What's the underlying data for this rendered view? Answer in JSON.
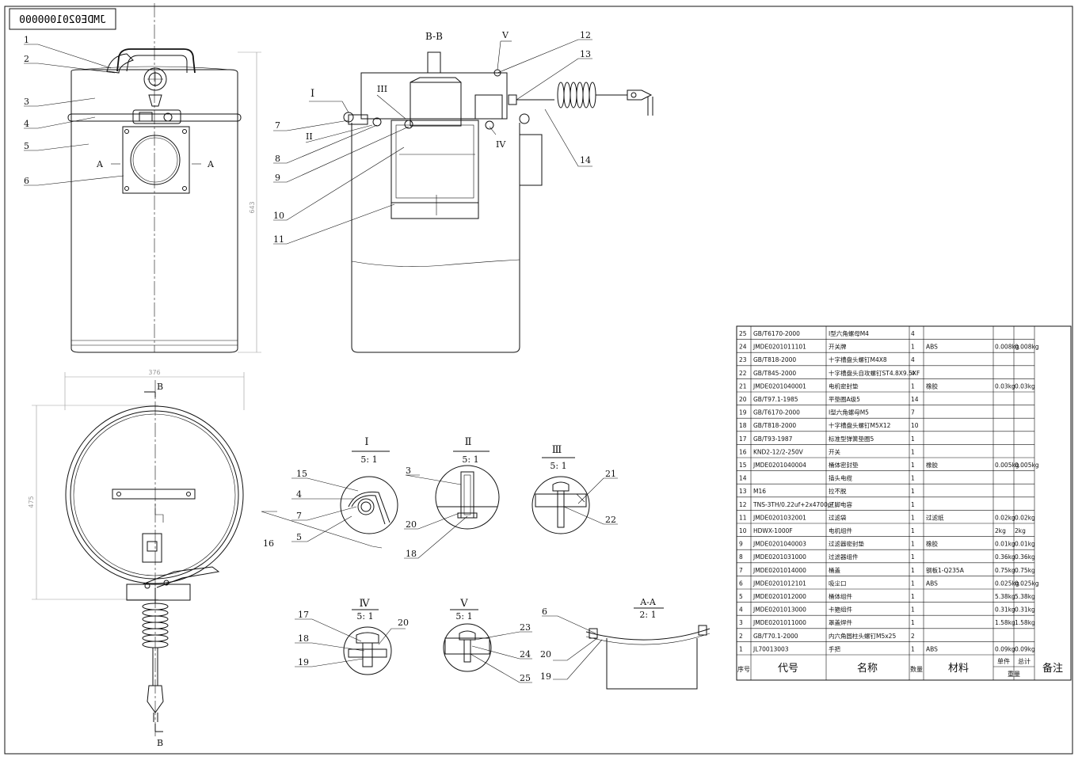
{
  "drawing_number": "JMDE0201000000",
  "section_bb": "B-B",
  "section_aa": "A-A",
  "scale_aa": "2: 1",
  "view_a_left": "A",
  "view_a_right": "A",
  "view_b_top": "B",
  "view_b_bottom": "B",
  "dim_height": "643",
  "dim_width": "376",
  "dim_depth": "475",
  "view_marks": {
    "I": "I",
    "II": "II",
    "III": "III",
    "IV": "IV",
    "V": "V"
  },
  "details": [
    {
      "name": "I",
      "scale": "5: 1"
    },
    {
      "name": "Ⅱ",
      "scale": "5: 1"
    },
    {
      "name": "Ⅲ",
      "scale": "5: 1"
    },
    {
      "name": "Ⅳ",
      "scale": "5: 1"
    },
    {
      "name": "Ⅴ",
      "scale": "5: 1"
    }
  ],
  "callouts": [
    "1",
    "2",
    "3",
    "4",
    "5",
    "6",
    "7",
    "8",
    "9",
    "10",
    "11",
    "12",
    "13",
    "14",
    "15",
    "16",
    "17",
    "18",
    "19",
    "20",
    "21",
    "22",
    "23",
    "24",
    "25"
  ],
  "bom_header": {
    "no": "序号",
    "code": "代号",
    "name": "名称",
    "qty": "数量",
    "material": "材料",
    "unit": "单件",
    "total": "总计",
    "weight": "重量",
    "remark": "备注"
  },
  "bom_rows": [
    {
      "no": "25",
      "code": "GB/T6170-2000",
      "name": "I型六角螺母M4",
      "qty": "4",
      "material": "",
      "unit": "",
      "total": ""
    },
    {
      "no": "24",
      "code": "JMDE0201011101",
      "name": "开关牌",
      "qty": "1",
      "material": "ABS",
      "unit": "0.008kg",
      "total": "0.008kg"
    },
    {
      "no": "23",
      "code": "GB/T818-2000",
      "name": "十字槽盘头螺钉M4X8",
      "qty": "4",
      "material": "",
      "unit": "",
      "total": ""
    },
    {
      "no": "22",
      "code": "GB/T845-2000",
      "name": "十字槽盘头自攻螺钉ST4.8X9.5XF",
      "qty": "4",
      "material": "",
      "unit": "",
      "total": ""
    },
    {
      "no": "21",
      "code": "JMDE0201040001",
      "name": "电机密封垫",
      "qty": "1",
      "material": "橡胶",
      "unit": "0.03kg",
      "total": "0.03kg"
    },
    {
      "no": "20",
      "code": "GB/T97.1-1985",
      "name": "平垫圈A级5",
      "qty": "14",
      "material": "",
      "unit": "",
      "total": ""
    },
    {
      "no": "19",
      "code": "GB/T6170-2000",
      "name": "I型六角螺母M5",
      "qty": "7",
      "material": "",
      "unit": "",
      "total": ""
    },
    {
      "no": "18",
      "code": "GB/T818-2000",
      "name": "十字槽盘头螺钉M5X12",
      "qty": "10",
      "material": "",
      "unit": "",
      "total": ""
    },
    {
      "no": "17",
      "code": "GB/T93-1987",
      "name": "标准型弹簧垫圈5",
      "qty": "1",
      "material": "",
      "unit": "",
      "total": ""
    },
    {
      "no": "16",
      "code": "KND2-12/2-250V",
      "name": "开关",
      "qty": "1",
      "material": "",
      "unit": "",
      "total": ""
    },
    {
      "no": "15",
      "code": "JMDE0201040004",
      "name": "桶体密封垫",
      "qty": "1",
      "material": "橡胶",
      "unit": "0.005kg",
      "total": "0.005kg"
    },
    {
      "no": "14",
      "code": "",
      "name": "插头电缆",
      "qty": "1",
      "material": "",
      "unit": "",
      "total": ""
    },
    {
      "no": "13",
      "code": "M16",
      "name": "拉不脱",
      "qty": "1",
      "material": "",
      "unit": "",
      "total": ""
    },
    {
      "no": "12",
      "code": "TNS-3TH/0.22uf+2x4700pf",
      "name": "三脚电容",
      "qty": "1",
      "material": "",
      "unit": "",
      "total": ""
    },
    {
      "no": "11",
      "code": "JMDE0201032001",
      "name": "过滤袋",
      "qty": "1",
      "material": "过滤纸",
      "unit": "0.02kg",
      "total": "0.02kg"
    },
    {
      "no": "10",
      "code": "HDWX-1000F",
      "name": "电机组件",
      "qty": "1",
      "material": "",
      "unit": "2kg",
      "total": "2kg"
    },
    {
      "no": "9",
      "code": "JMDE0201040003",
      "name": "过滤器密封垫",
      "qty": "1",
      "material": "橡胶",
      "unit": "0.01kg",
      "total": "0.01kg"
    },
    {
      "no": "8",
      "code": "JMDE0201031000",
      "name": "过滤器组件",
      "qty": "1",
      "material": "",
      "unit": "0.36kg",
      "total": "0.36kg"
    },
    {
      "no": "7",
      "code": "JMDE0201014000",
      "name": "桶盖",
      "qty": "1",
      "material": "钢板1-Q235A",
      "unit": "0.75kg",
      "total": "0.75kg"
    },
    {
      "no": "6",
      "code": "JMDE0201012101",
      "name": "吸尘口",
      "qty": "1",
      "material": "ABS",
      "unit": "0.025kg",
      "total": "0.025kg"
    },
    {
      "no": "5",
      "code": "JMDE0201012000",
      "name": "桶体组件",
      "qty": "1",
      "material": "",
      "unit": "5.38kg",
      "total": "5.38kg"
    },
    {
      "no": "4",
      "code": "JMDE0201013000",
      "name": "卡箍组件",
      "qty": "1",
      "material": "",
      "unit": "0.31kg",
      "total": "0.31kg"
    },
    {
      "no": "3",
      "code": "JMDE0201011000",
      "name": "罩盖焊件",
      "qty": "1",
      "material": "",
      "unit": "1.58kg",
      "total": "1.58kg"
    },
    {
      "no": "2",
      "code": "GB/T70.1-2000",
      "name": "内六角圆柱头螺钉M5x25",
      "qty": "2",
      "material": "",
      "unit": "",
      "total": ""
    },
    {
      "no": "1",
      "code": "JL70013003",
      "name": "手把",
      "qty": "1",
      "material": "ABS",
      "unit": "0.09kg",
      "total": "0.09kg"
    }
  ]
}
